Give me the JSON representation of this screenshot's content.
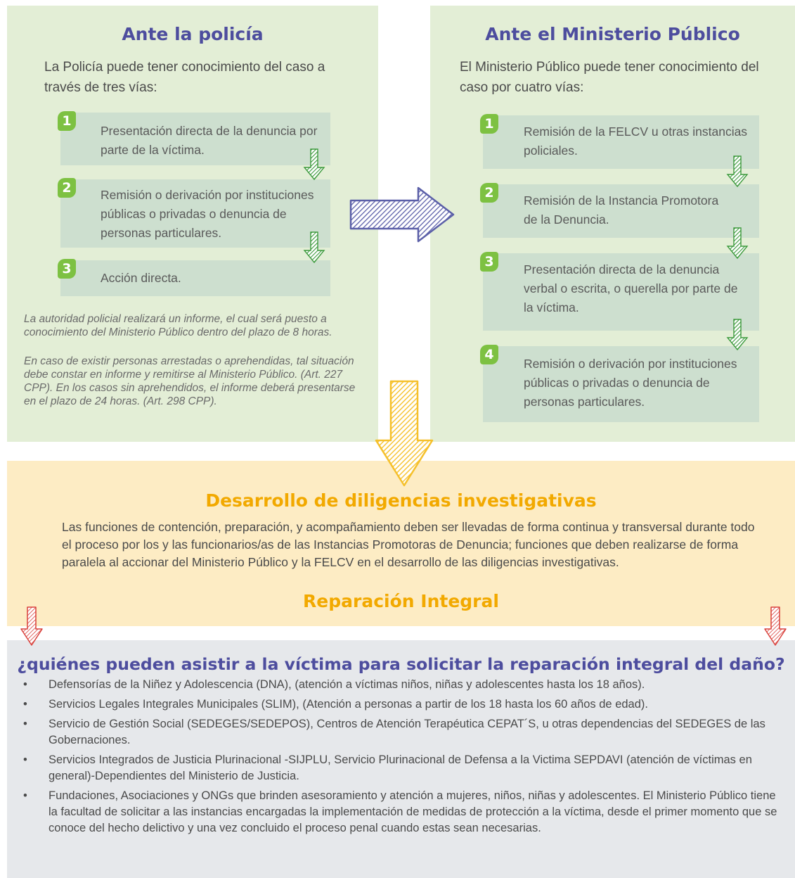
{
  "left_panel": {
    "title": "Ante la policía",
    "intro": "La Policía puede tener conocimiento del caso a través de tres vías:",
    "steps": [
      {
        "num": "1",
        "text": "Presentación directa de la denuncia por parte de la víctima."
      },
      {
        "num": "2",
        "text": "Remisión o derivación por instituciones públicas o privadas o denuncia de personas particulares."
      },
      {
        "num": "3",
        "text": "Acción directa."
      }
    ],
    "notes": [
      "La autoridad policial realizará un informe, el cual será puesto a conocimiento del Ministerio Público dentro del plazo de 8 horas.",
      "En caso de existir personas arrestadas o aprehendidas, tal situación debe constar en informe y remitirse al Ministerio Público. (Art. 227 CPP). En los casos sin aprehendidos, el informe deberá presentarse en el plazo de 24 horas. (Art. 298 CPP)."
    ]
  },
  "right_panel": {
    "title": "Ante el Ministerio Público",
    "intro": "El Ministerio Público puede tener conocimiento del caso por cuatro vías:",
    "steps": [
      {
        "num": "1",
        "text": "Remisión de la FELCV u otras instancias policiales."
      },
      {
        "num": "2",
        "text": "Remisión de la Instancia Promotora de la Denuncia."
      },
      {
        "num": "3",
        "text": "Presentación directa de la denuncia verbal o escrita, o querella por parte de la víctima."
      },
      {
        "num": "4",
        "text": "Remisión o derivación por instituciones públicas o privadas o denuncia de personas particulares."
      }
    ]
  },
  "investigation": {
    "title": "Desarrollo de diligencias investigativas",
    "text": "Las funciones de contención, preparación, y acompañamiento deben ser llevadas de forma continua y transversal durante todo el proceso por los y las funcionarios/as de las Instancias Promotoras de Denuncia; funciones que deben realizarse de forma paralela al accionar del Ministerio Público y la FELCV en el desarrollo de las diligencias investigativas.",
    "subtitle": "Reparación Integral"
  },
  "assistance": {
    "title": "¿quiénes pueden asistir a la víctima para solicitar la reparación integral del daño?",
    "bullet_symbol": "•",
    "items": [
      "Defensorías de la Niñez y Adolescencia (DNA), (atención a víctimas niños, niñas y adolescentes hasta los 18 años).",
      " Servicios Legales Integrales Municipales (SLIM), (Atención a personas a partir de los 18 hasta los 60 años de edad).",
      "Servicio de Gestión Social (SEDEGES/SEDEPOS), Centros de Atención Terapéutica CEPAT´S, u otras dependencias del SEDEGES de las Gobernaciones.",
      "Servicios Integrados de Justicia Plurinacional -SIJPLU, Servicio Plurinacional de Defensa a la Victima SEPDAVI (atención de víctimas en general)-Dependientes del Ministerio de Justicia.",
      "Fundaciones, Asociaciones y ONGs que brinden asesoramiento y atención a mujeres, niños, niñas y adolescentes. El Ministerio Público tiene la facultad de solicitar a las instancias encargadas la implementación de medidas de protección a la víctima, desde el primer momento que se conoce del hecho delictivo y una vez concluido el proceso penal cuando estas sean necesarias."
    ]
  },
  "colors": {
    "green_panel": "#e3eed6",
    "step_box": "#cddfcf",
    "badge_green": "#7dc142",
    "title_purple": "#4d4d9e",
    "yellow_panel": "#fdecc4",
    "title_orange": "#f2a900",
    "grey_panel": "#e6e8eb",
    "arrow_green": "#3c9a3c",
    "arrow_blue": "#5b5fa8",
    "arrow_yellow": "#f5c02b",
    "arrow_red": "#d9403b"
  }
}
